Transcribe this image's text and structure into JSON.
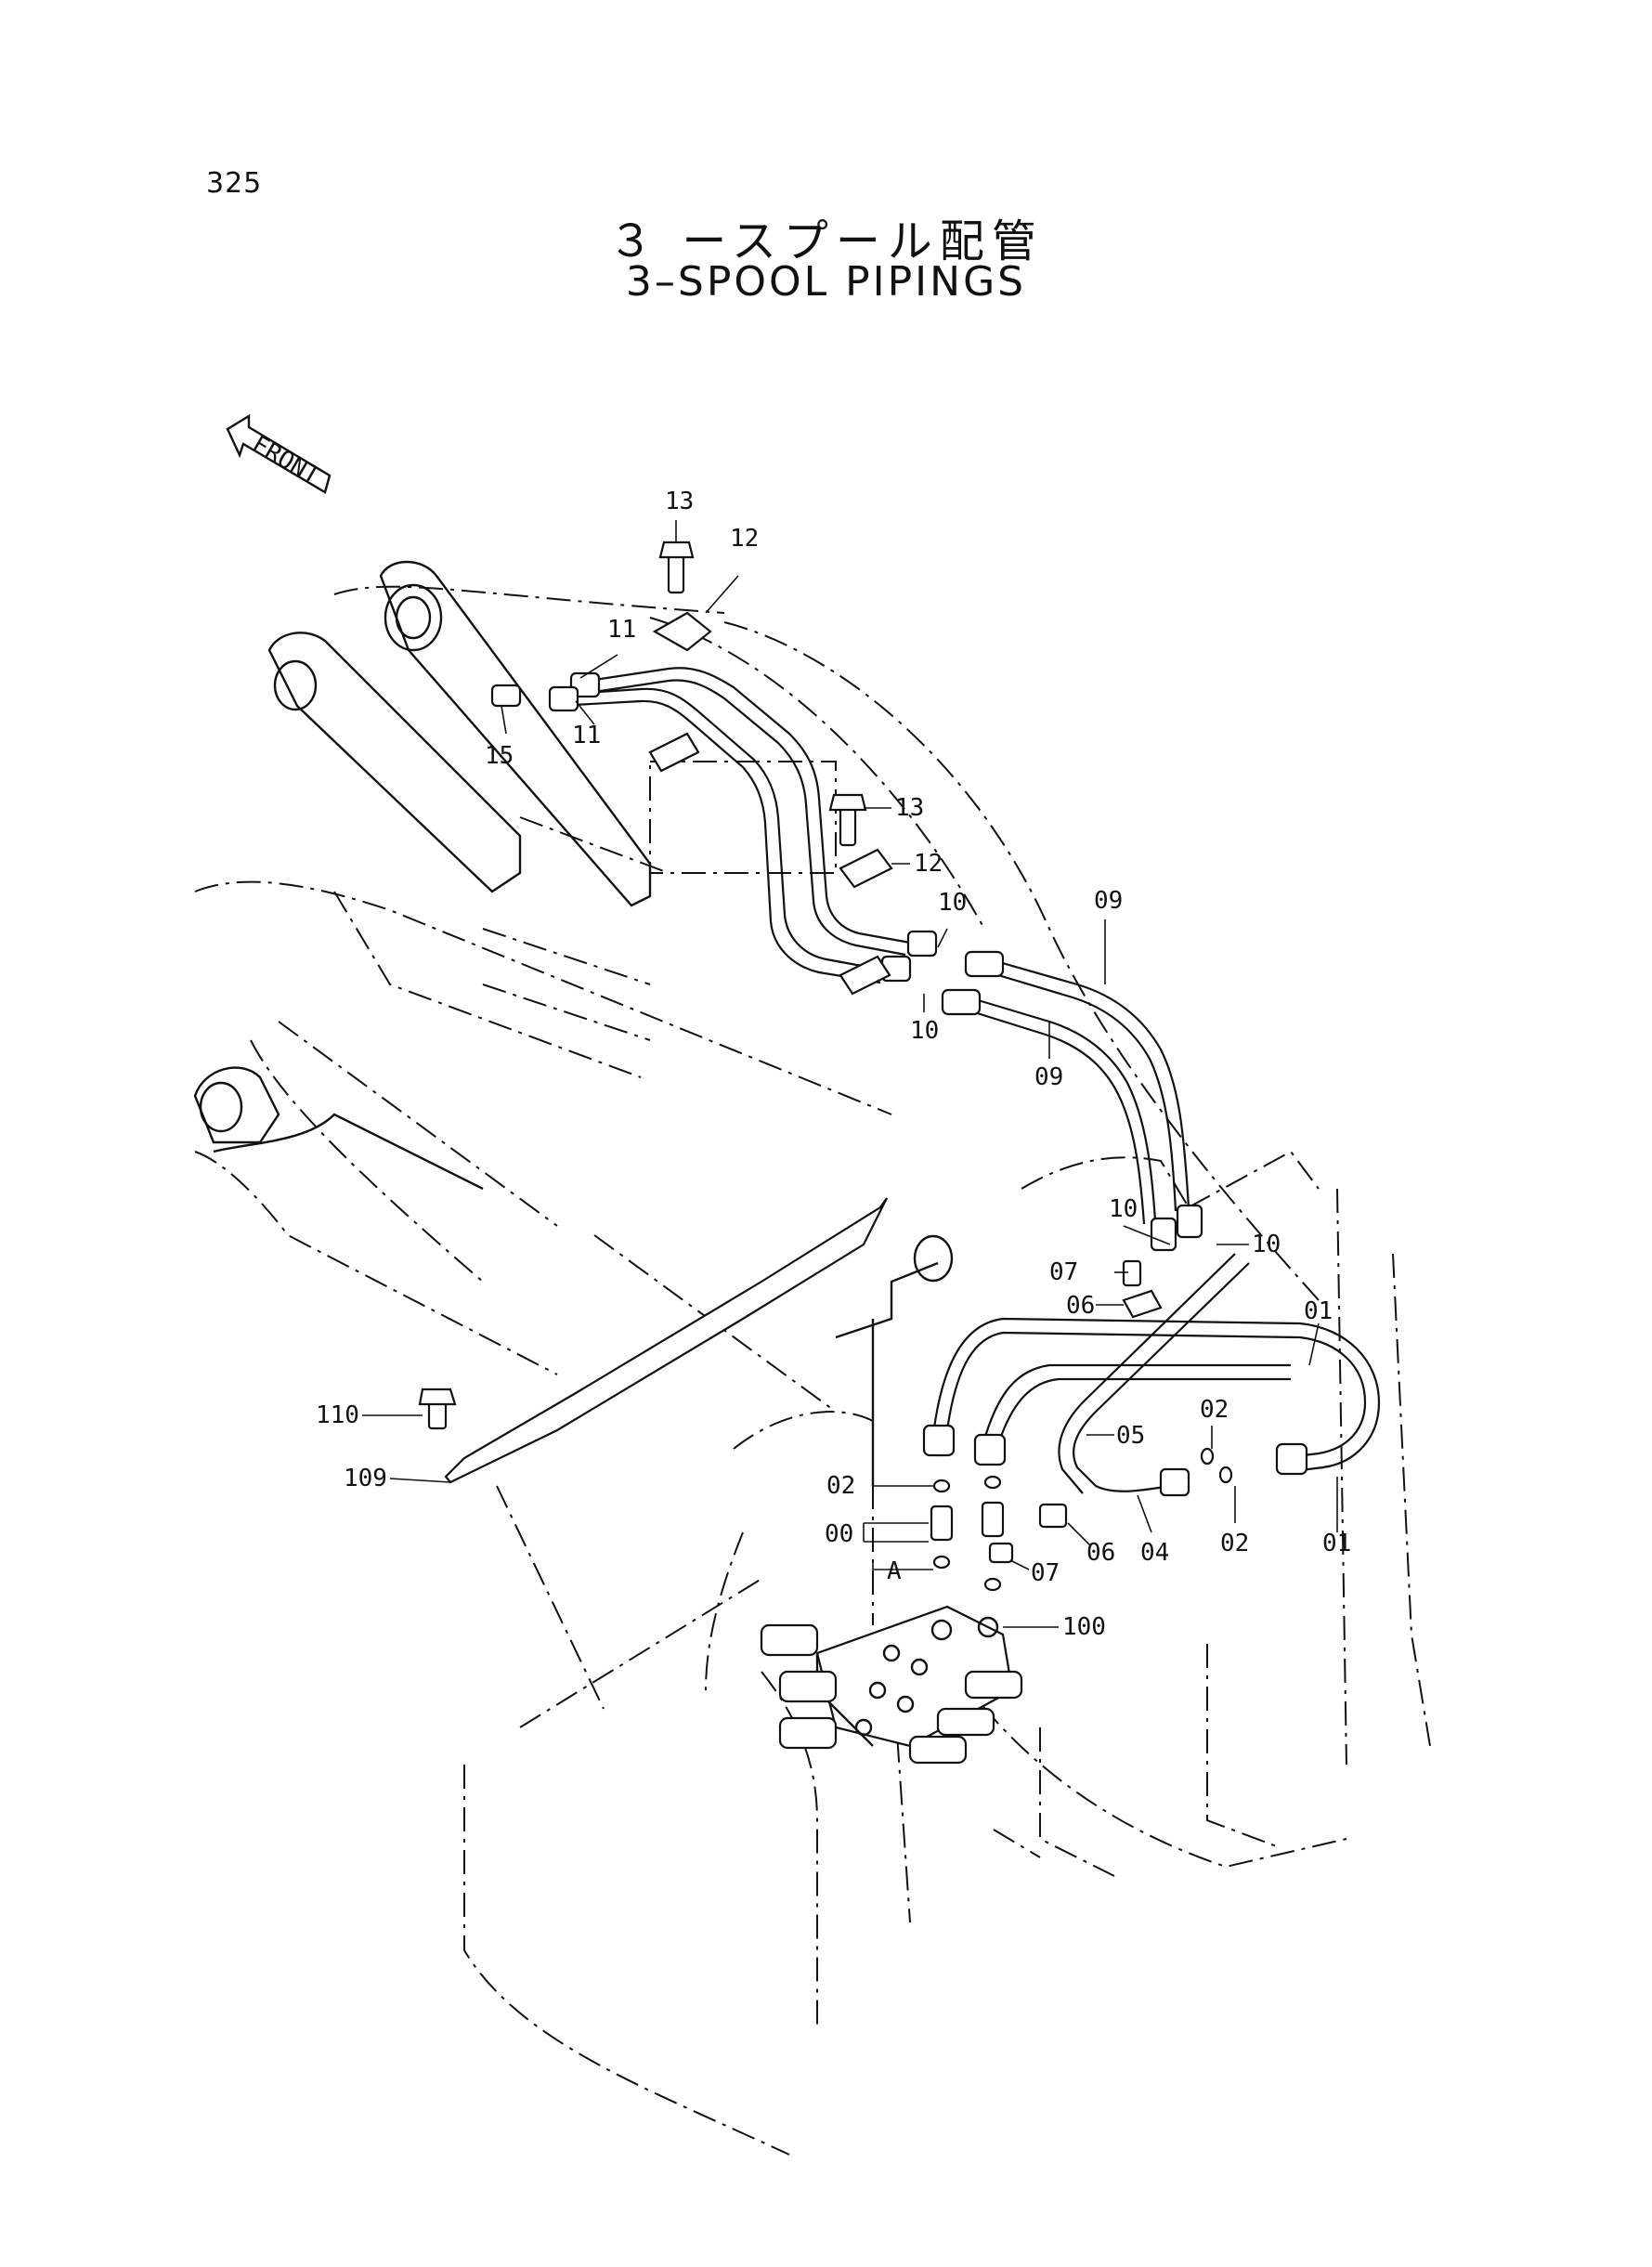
{
  "page_number": "325",
  "title_jp": "３ ースプール配管",
  "title_en": "3–SPOOL PIPINGS",
  "front_arrow_label": "FRONT",
  "callouts": {
    "c13a": "13",
    "c12a": "12",
    "c11a": "11",
    "c11b": "11",
    "c15": "15",
    "c13b": "13",
    "c12b": "12",
    "c10a": "10",
    "c10b": "10",
    "c09a": "09",
    "c09b": "09",
    "c10c": "10",
    "c10d": "10",
    "c07a": "07",
    "c06a": "06",
    "c01a": "01",
    "c110": "110",
    "c109": "109",
    "c02a": "02",
    "c02b": "02",
    "c05": "05",
    "c00": "00",
    "cA": "A",
    "c07b": "07",
    "c06b": "06",
    "c04": "04",
    "c02c": "02",
    "c01b": "01",
    "c100": "100"
  }
}
